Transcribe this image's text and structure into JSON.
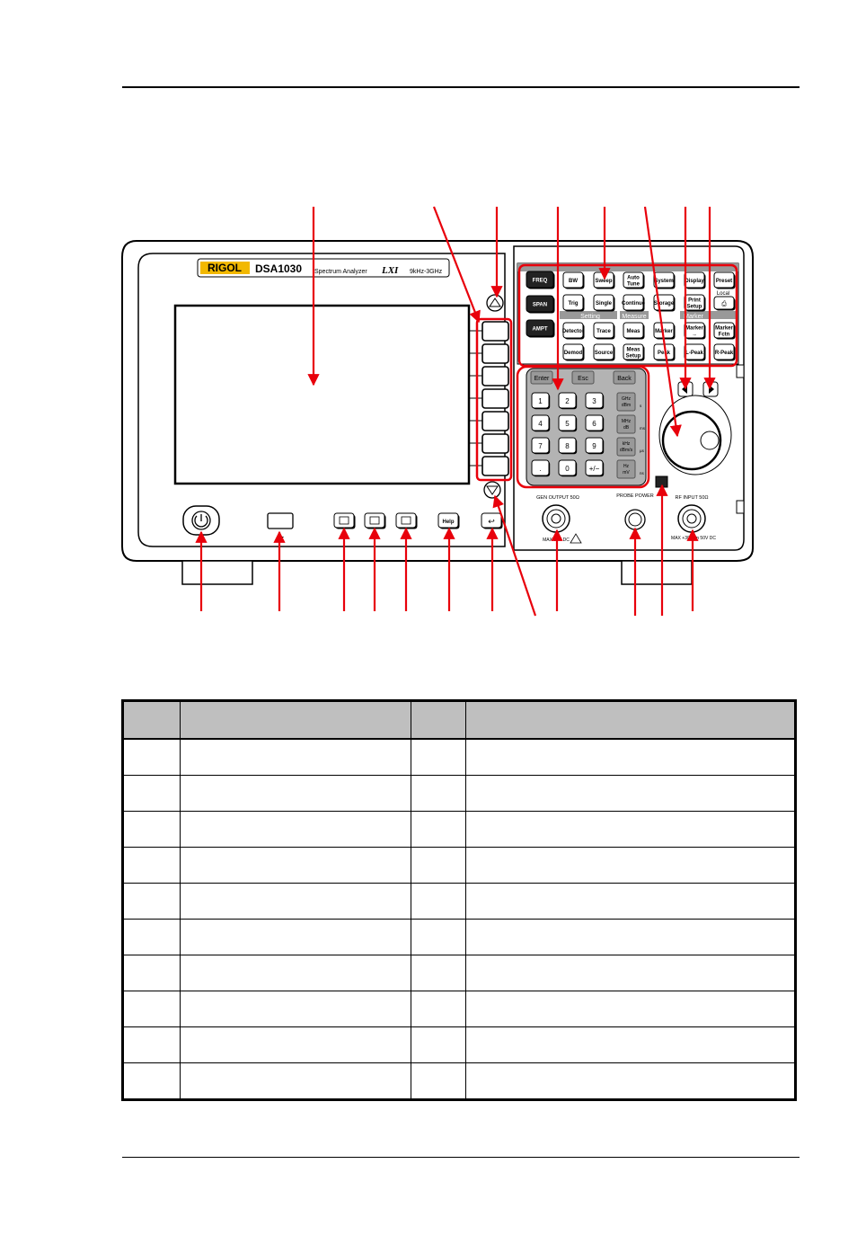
{
  "panel": {
    "brand": "RIGOL",
    "model": "DSA1030",
    "subtitle": "Spectrum Analyzer",
    "lxi": "LXI",
    "freq_range": "9kHz-3GHz",
    "left_keys": [
      {
        "id": "freq",
        "label": "FREQ"
      },
      {
        "id": "span",
        "label": "SPAN"
      },
      {
        "id": "ampt",
        "label": "AMPT"
      }
    ],
    "keys": [
      {
        "id": "bw",
        "label": "BW"
      },
      {
        "id": "sweep",
        "label": "Sweep"
      },
      {
        "id": "auto-tune",
        "label": "Auto Tune"
      },
      {
        "id": "system",
        "label": "System"
      },
      {
        "id": "display",
        "label": "Display"
      },
      {
        "id": "preset",
        "label": "Preset"
      },
      {
        "id": "trig",
        "label": "Trig"
      },
      {
        "id": "single",
        "label": "Single"
      },
      {
        "id": "continue",
        "label": "Continue"
      },
      {
        "id": "storage",
        "label": "Storage"
      },
      {
        "id": "print-setup",
        "label": "Print Setup"
      },
      {
        "id": "detector",
        "label": "Detector"
      },
      {
        "id": "trace",
        "label": "Trace"
      },
      {
        "id": "meas",
        "label": "Meas"
      },
      {
        "id": "marker",
        "label": "Marker"
      },
      {
        "id": "marker-arrow",
        "label": "Marker →"
      },
      {
        "id": "marker-fctn",
        "label": "Marker Fctn"
      },
      {
        "id": "demod",
        "label": "Demod"
      },
      {
        "id": "source",
        "label": "Source"
      },
      {
        "id": "meas-setup",
        "label": "Meas Setup"
      },
      {
        "id": "peak",
        "label": "Peak"
      },
      {
        "id": "l-peak",
        "label": "L-Peak"
      },
      {
        "id": "r-peak",
        "label": "R-Peak"
      }
    ],
    "group_labels": {
      "setting": "Setting",
      "measure": "Measure",
      "marker": "Marker",
      "local": "Local"
    },
    "entry_keys": [
      "Enter",
      "Esc",
      "Back"
    ],
    "digits": [
      "1",
      "2",
      "3",
      "4",
      "5",
      "6",
      "7",
      "8",
      "9",
      ".",
      "0",
      "+/−"
    ],
    "unit_keys": [
      "GHz dBm",
      "MHz dB",
      "kHz dBm/s",
      "Hz mV"
    ],
    "unit_hints": [
      "s",
      "ms",
      "µs",
      "ns"
    ],
    "bottom_keys": [
      {
        "id": "power",
        "label": "⏻"
      },
      {
        "id": "usb",
        "label": ""
      },
      {
        "id": "screen-1",
        "label": ""
      },
      {
        "id": "screen-2",
        "label": ""
      },
      {
        "id": "screen-3",
        "label": ""
      },
      {
        "id": "help",
        "label": "Help"
      },
      {
        "id": "return",
        "label": "↩"
      }
    ],
    "connectors": {
      "gen_output": "GEN OUTPUT 50Ω",
      "gen_max": "MAX 50V DC",
      "probe_power": "PROBE POWER",
      "rf_input": "RF INPUT 50Ω",
      "rf_max": "MAX +30dBm 50V DC"
    }
  },
  "table": {
    "headers": [
      "",
      "",
      "",
      ""
    ],
    "rows": [
      [
        "",
        "",
        "",
        ""
      ],
      [
        "",
        "",
        "",
        ""
      ],
      [
        "",
        "",
        "",
        ""
      ],
      [
        "",
        "",
        "",
        ""
      ],
      [
        "",
        "",
        "",
        ""
      ],
      [
        "",
        "",
        "",
        ""
      ],
      [
        "",
        "",
        "",
        ""
      ],
      [
        "",
        "",
        "",
        ""
      ],
      [
        "",
        "",
        "",
        ""
      ],
      [
        "",
        "",
        "",
        ""
      ]
    ]
  },
  "colors": {
    "callout": "#e8000b",
    "logo_bg": "#f2b800",
    "key_shadow": "#000000",
    "keypad_bg": "#b3b3b3",
    "group_bar": "#999999"
  }
}
